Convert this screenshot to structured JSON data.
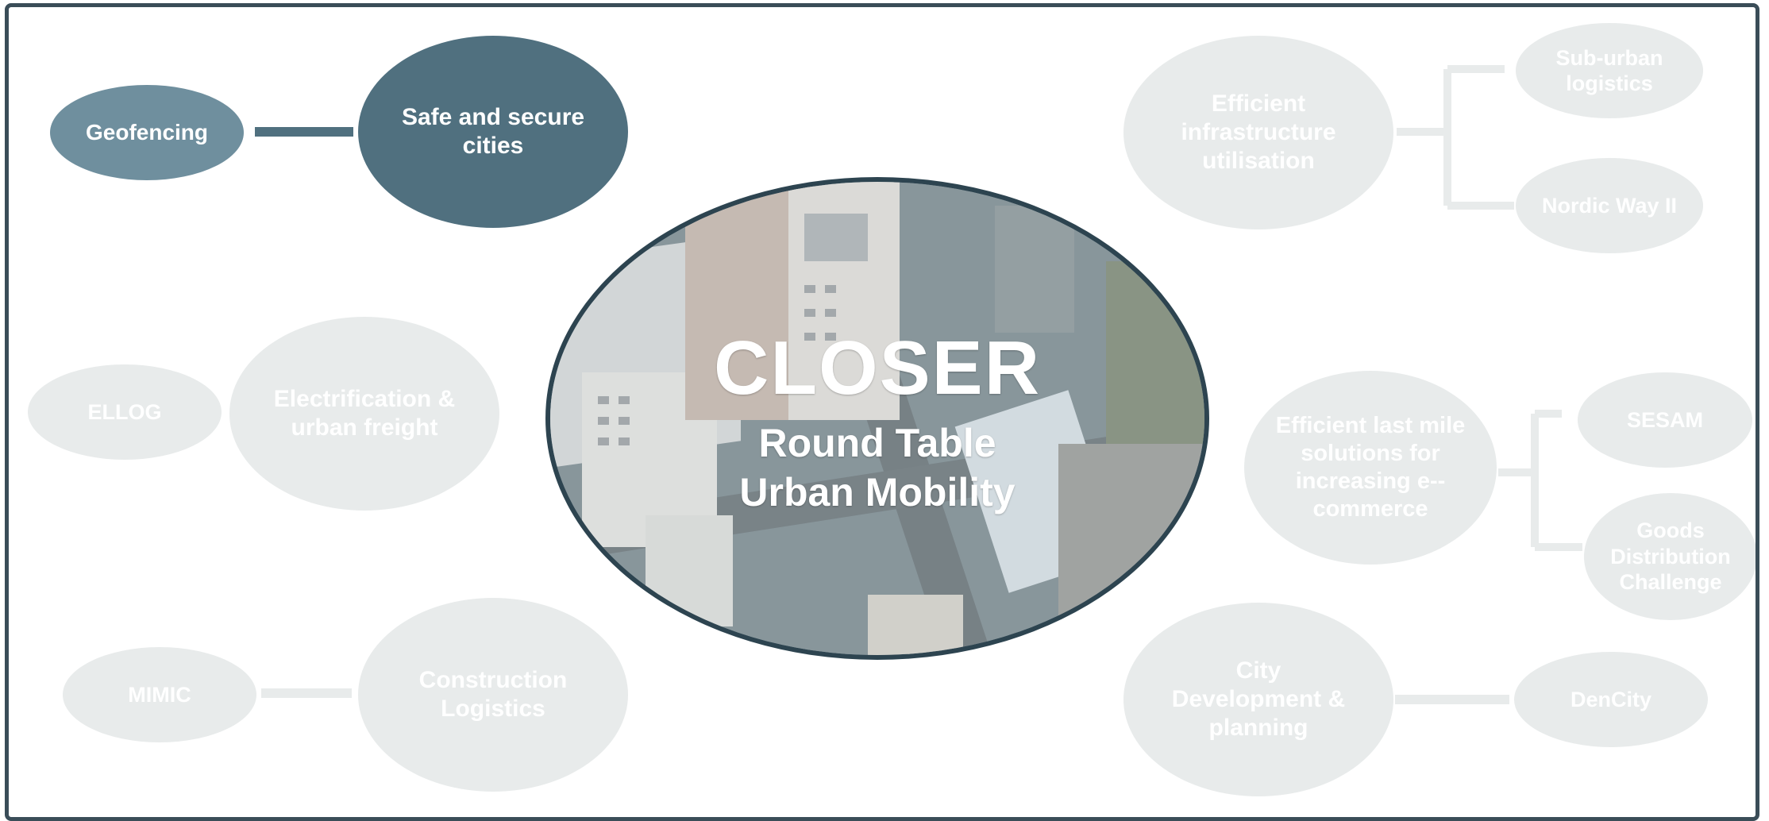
{
  "hub": {
    "title": "CLOSER",
    "line1": "Round Table",
    "line2": "Urban Mobility"
  },
  "themes": {
    "safe_cities": "Safe and secure cities",
    "electrification": "Electrification & urban freight",
    "construction": "Construction Logistics",
    "infrastructure": "Efficient infrastructure utilisation",
    "last_mile": "Efficient last mile solutions for increasing e--commerce",
    "city_dev": "City Development & planning"
  },
  "projects": {
    "geofencing": "Geofencing",
    "ellog": "ELLOG",
    "mimic": "MIMIC",
    "suburban": "Sub-urban logistics",
    "nordic_way": "Nordic Way II",
    "sesam": "SESAM",
    "goods": "Goods Distribution Challenge",
    "dencity": "DenCity"
  },
  "colors": {
    "active_theme": "#50707f",
    "active_project": "#6f8f9e",
    "faded": "#e8ebeb",
    "frame": "#3a4d58"
  }
}
